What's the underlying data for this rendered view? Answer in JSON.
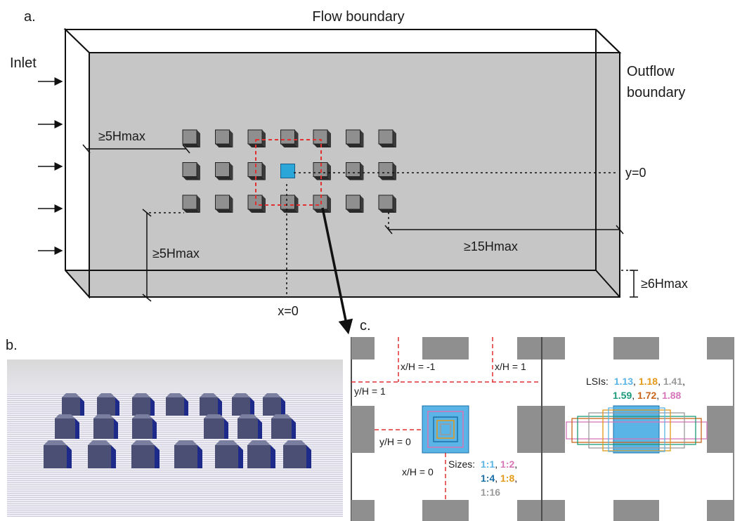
{
  "panel_a": {
    "letter": "a.",
    "flow_boundary": "Flow boundary",
    "inlet": "Inlet",
    "outflow_line1": "Outflow",
    "outflow_line2": "boundary",
    "upstream_distance": "≥5Hmax",
    "lateral_distance": "≥5Hmax",
    "downstream_distance": "≥15Hmax",
    "height_distance": "≥6Hmax",
    "y_origin": "y=0",
    "x_origin": "x=0",
    "cube_rows": 3,
    "cube_cols": 7,
    "colors": {
      "domain_fill": "#c6c6c6",
      "cube": "#8f8f8f",
      "target_cube": "#2aa6d8",
      "dashed": "#e03030"
    }
  },
  "panel_b": {
    "letter": "b.",
    "colors": {
      "cube": "#4a4f73",
      "ground": "#e8e6f0"
    }
  },
  "panel_c": {
    "letter": "c.",
    "xh_neg": "x/H = -1",
    "xh_pos": "x/H = 1",
    "yh_one": "y/H = 1",
    "yh_zero": "y/H = 0",
    "xh_zero": "x/H = 0",
    "sizes_label": "Sizes:",
    "sizes": [
      {
        "text": "1:1",
        "color": "#5ab4e5"
      },
      {
        "text": "1:2",
        "color": "#d675b8"
      },
      {
        "text": "1:4",
        "color": "#1a6fa8"
      },
      {
        "text": "1:8",
        "color": "#e39a1a"
      },
      {
        "text": "1:16",
        "color": "#9a9a9a"
      }
    ],
    "lsis_label": "LSIs:",
    "lsis": [
      {
        "text": "1.13",
        "color": "#5ab4e5"
      },
      {
        "text": "1.18",
        "color": "#e39a1a"
      },
      {
        "text": "1.41",
        "color": "#9a9a9a"
      },
      {
        "text": "1.59",
        "color": "#1a9a7a"
      },
      {
        "text": "1.72",
        "color": "#c8651a"
      },
      {
        "text": "1.88",
        "color": "#d675b8"
      }
    ]
  }
}
